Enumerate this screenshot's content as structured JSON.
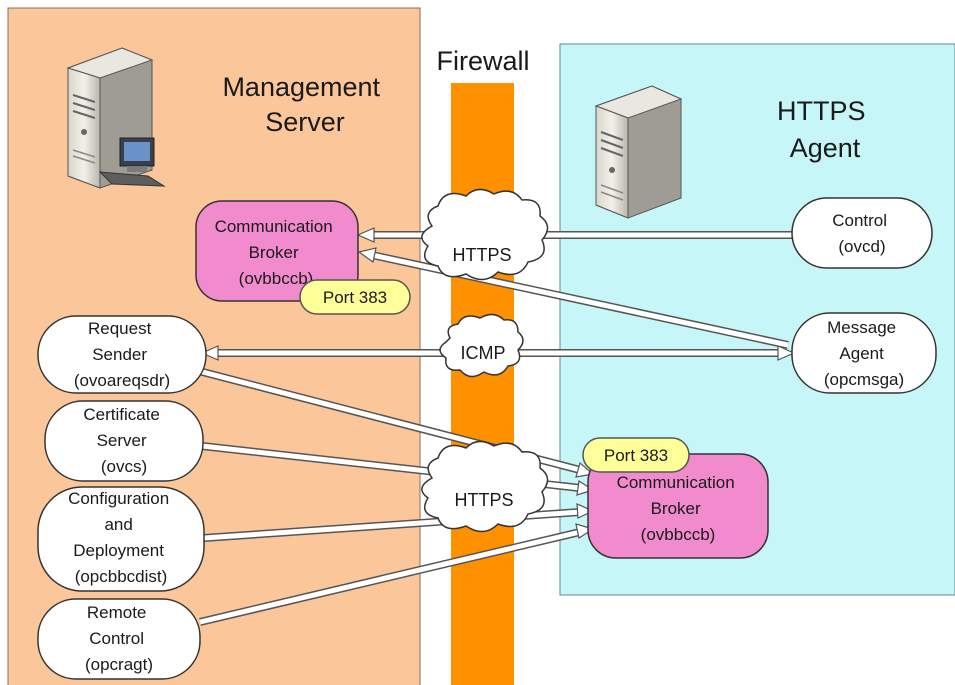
{
  "labels": {
    "management_server": [
      "Management",
      "Server"
    ],
    "firewall": "Firewall",
    "https_agent": [
      "HTTPS",
      "Agent"
    ]
  },
  "protocols": {
    "https_top": "HTTPS",
    "icmp": "ICMP",
    "https_bottom": "HTTPS"
  },
  "ports": {
    "server": "Port 383",
    "agent": "Port 383"
  },
  "server_components": {
    "comm_broker": [
      "Communication",
      "Broker",
      "(ovbbccb)"
    ],
    "request_sender": [
      "Request",
      "Sender",
      "(ovoareqsdr)"
    ],
    "certificate_server": [
      "Certificate",
      "Server",
      "(ovcs)"
    ],
    "config_deploy": [
      "Configuration",
      "and",
      "Deployment",
      "(opcbbcdist)"
    ],
    "remote_control": [
      "Remote",
      "Control",
      "(opcragt)"
    ]
  },
  "agent_components": {
    "control": [
      "Control",
      "(ovcd)"
    ],
    "message_agent": [
      "Message",
      "Agent",
      "(opcmsga)"
    ],
    "comm_broker": [
      "Communication",
      "Broker",
      "(ovbbccb)"
    ]
  },
  "icons": [
    "server-computer-icon",
    "server-tower-icon"
  ],
  "colors": {
    "management_bg": "#fbc79a",
    "agent_bg": "#c6f6f8",
    "firewall": "#ff9000",
    "broker": "#f28bcd",
    "port_badge": "#ffff99"
  }
}
